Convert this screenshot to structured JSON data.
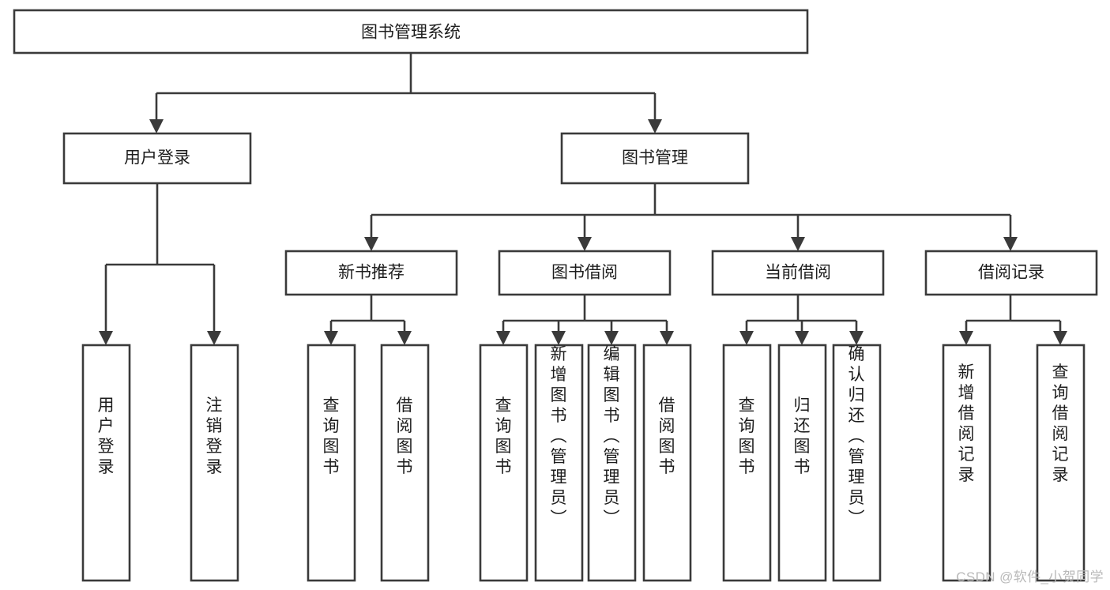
{
  "diagram": {
    "type": "tree-hierarchy",
    "title": "图书管理系统",
    "watermark": "CSDN @软件_小贺同学",
    "colors": {
      "stroke": "#3a3a3a",
      "box_fill": "#ffffff",
      "text": "#1d1d1d",
      "background": "#ffffff",
      "watermark": "#b9b9b9"
    },
    "levels": {
      "root": {
        "label": "图书管理系统"
      },
      "level2": [
        {
          "label": "用户登录"
        },
        {
          "label": "图书管理"
        }
      ],
      "level3": [
        {
          "label": "新书推荐"
        },
        {
          "label": "图书借阅"
        },
        {
          "label": "当前借阅"
        },
        {
          "label": "借阅记录"
        }
      ]
    },
    "nodes": {
      "root": "图书管理系统",
      "user_login": "用户登录",
      "book_manage": "图书管理",
      "new_book_rec": "新书推荐",
      "book_borrow": "图书借阅",
      "current_borrow": "当前借阅",
      "borrow_record": "借阅记录",
      "leaf_user_login": "用户登录",
      "leaf_logout": "注销登录",
      "leaf_query_book_1": "查询图书",
      "leaf_borrow_book_1": "借阅图书",
      "leaf_query_book_2": "查询图书",
      "leaf_add_book_admin": "新增图书（管理员）",
      "leaf_edit_book_admin": "编辑图书（管理员）",
      "leaf_borrow_book_2": "借阅图书",
      "leaf_query_book_3": "查询图书",
      "leaf_return_book": "归还图书",
      "leaf_confirm_return_admin": "确认归还（管理员）",
      "leaf_add_record": "新增借阅记录",
      "leaf_query_record": "查询借阅记录"
    }
  }
}
